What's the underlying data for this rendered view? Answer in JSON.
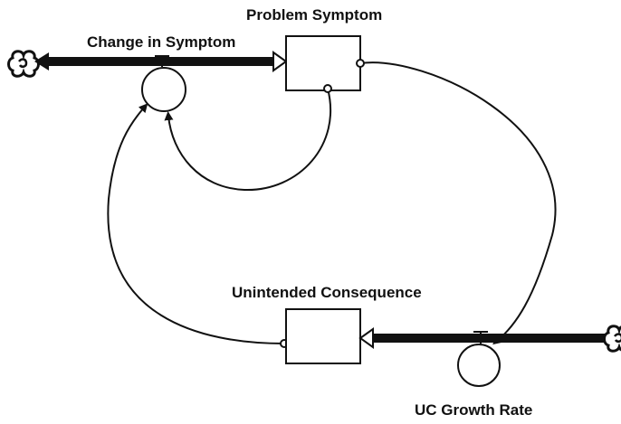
{
  "diagram": {
    "stocks": {
      "problem_symptom": {
        "label": "Problem Symptom"
      },
      "unintended_consequence": {
        "label": "Unintended Consequence"
      }
    },
    "flows": {
      "change_in_symptom": {
        "label": "Change in Symptom"
      },
      "uc_growth_rate": {
        "label": "UC Growth Rate"
      }
    },
    "icons": {
      "left_cloud": "cloud-source-sink-icon",
      "right_cloud": "cloud-source-sink-icon"
    },
    "colors": {
      "ink": "#111111",
      "background": "#ffffff"
    }
  }
}
